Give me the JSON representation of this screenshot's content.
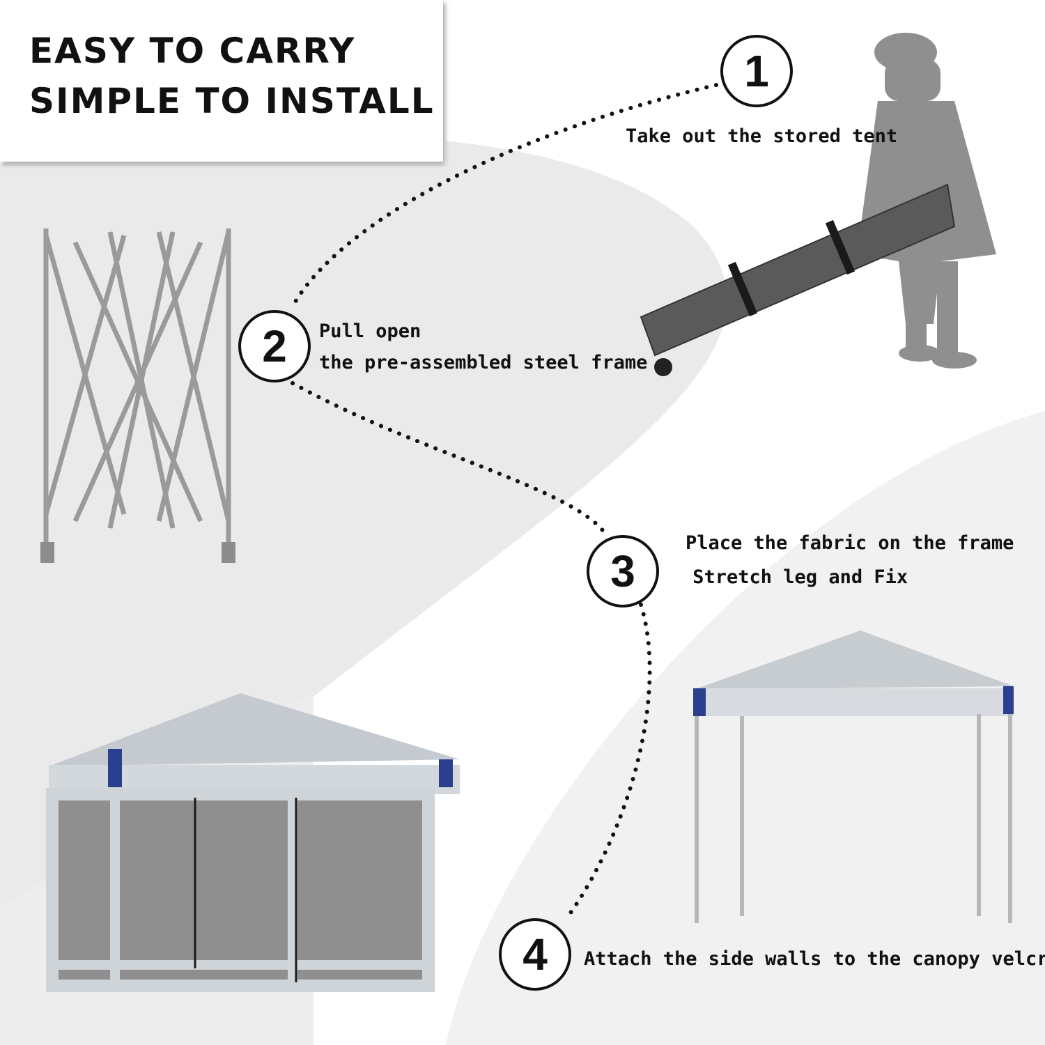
{
  "title": {
    "line1": "EASY TO CARRY",
    "line2": "SIMPLE TO INSTALL"
  },
  "steps": [
    {
      "number": "1",
      "text": "Take out the stored tent"
    },
    {
      "number": "2",
      "text_line1": "Pull open",
      "text_line2": "the pre-assembled steel frame"
    },
    {
      "number": "3",
      "text_line1": "Place the fabric on the frame",
      "text_line2": " Stretch leg and Fix"
    },
    {
      "number": "4",
      "text": "Attach the side walls to the canopy velcro"
    }
  ],
  "colors": {
    "background": "#ffffff",
    "swoosh": "#ececec",
    "text": "#111111",
    "accent_blue": "#2b3f8f"
  },
  "icons": [
    "folded-frame-illustration",
    "person-with-bag-illustration",
    "canopy-illustration",
    "canopy-with-walls-illustration"
  ]
}
